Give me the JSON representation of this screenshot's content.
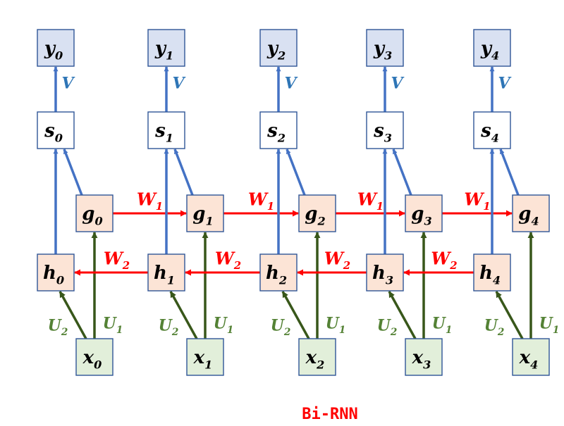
{
  "title": "Bi-RNN",
  "colors": {
    "output_fill": "#d9e1f2",
    "state_fill": "#ffffff",
    "hidden_fill": "#fce4d6",
    "input_fill": "#e2efda",
    "node_stroke": "#2f5597",
    "blue_arrow": "#4472c4",
    "red_arrow": "#ff0000",
    "green_arrow": "#38571a",
    "blue_label": "#2e75b6",
    "red_label": "#ff0000",
    "green_label": "#548235",
    "title": "#ff0000"
  },
  "timesteps": [
    {
      "y": {
        "base": "y",
        "sub": "0"
      },
      "s": {
        "base": "s",
        "sub": "0"
      },
      "g": {
        "base": "g",
        "sub": "0"
      },
      "h": {
        "base": "h",
        "sub": "0"
      },
      "x": {
        "base": "x",
        "sub": "0"
      }
    },
    {
      "y": {
        "base": "y",
        "sub": "1"
      },
      "s": {
        "base": "s",
        "sub": "1"
      },
      "g": {
        "base": "g",
        "sub": "1"
      },
      "h": {
        "base": "h",
        "sub": "1"
      },
      "x": {
        "base": "x",
        "sub": "1"
      }
    },
    {
      "y": {
        "base": "y",
        "sub": "2"
      },
      "s": {
        "base": "s",
        "sub": "2"
      },
      "g": {
        "base": "g",
        "sub": "2"
      },
      "h": {
        "base": "h",
        "sub": "2"
      },
      "x": {
        "base": "x",
        "sub": "2"
      }
    },
    {
      "y": {
        "base": "y",
        "sub": "3"
      },
      "s": {
        "base": "s",
        "sub": "3"
      },
      "g": {
        "base": "g",
        "sub": "3"
      },
      "h": {
        "base": "h",
        "sub": "3"
      },
      "x": {
        "base": "x",
        "sub": "3"
      }
    },
    {
      "y": {
        "base": "y",
        "sub": "4"
      },
      "s": {
        "base": "s",
        "sub": "4"
      },
      "g": {
        "base": "g",
        "sub": "4"
      },
      "h": {
        "base": "h",
        "sub": "4"
      },
      "x": {
        "base": "x",
        "sub": "4"
      }
    }
  ],
  "weights": {
    "V": {
      "base": "V",
      "sub": ""
    },
    "W1": {
      "base": "W",
      "sub": "1"
    },
    "W2": {
      "base": "W",
      "sub": "2"
    },
    "U1": {
      "base": "U",
      "sub": "1"
    },
    "U2": {
      "base": "U",
      "sub": "2"
    }
  }
}
